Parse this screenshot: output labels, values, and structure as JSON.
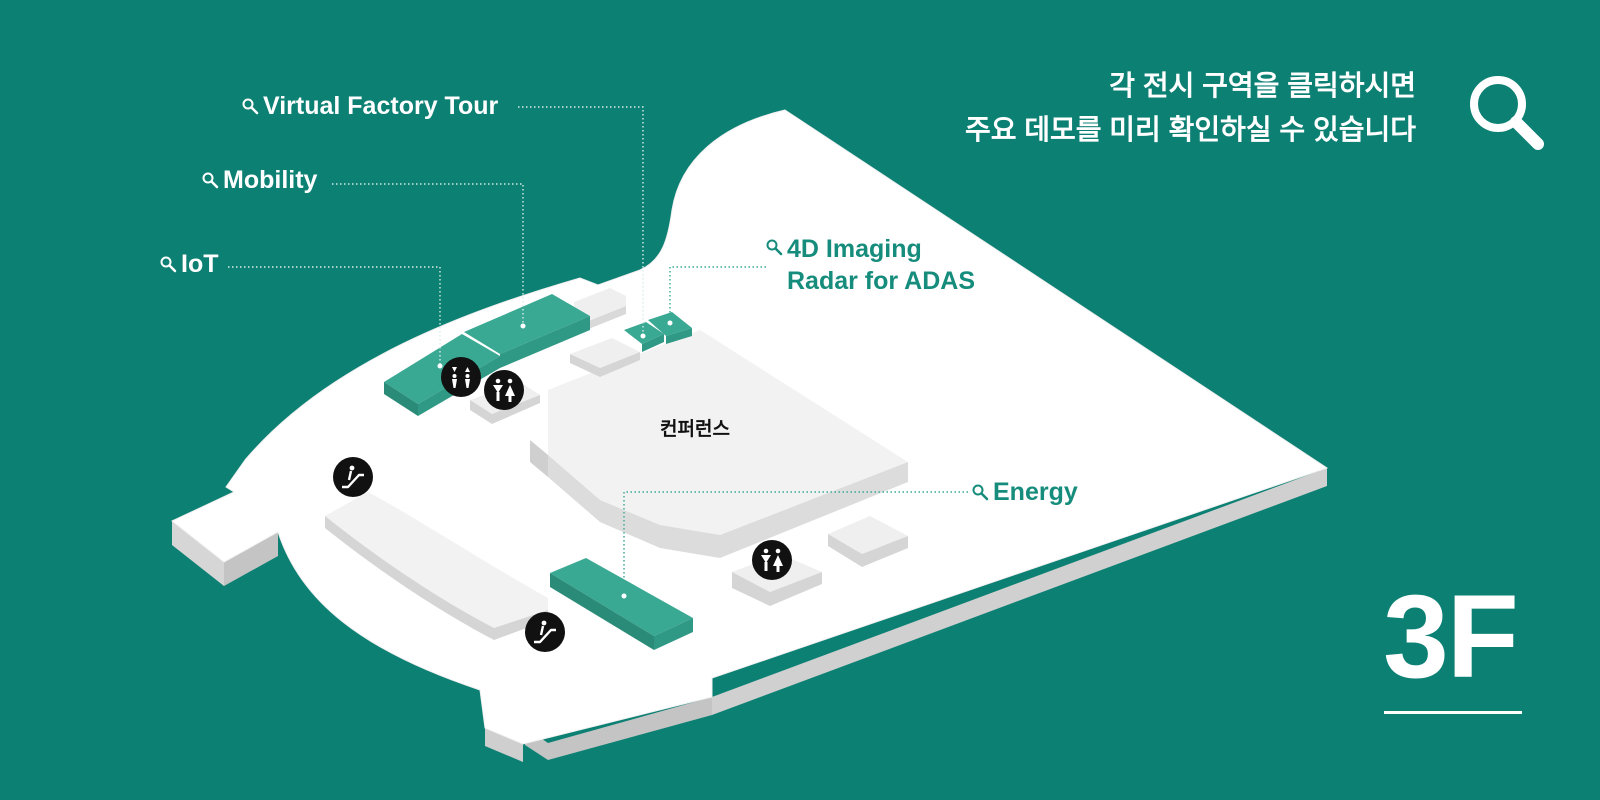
{
  "instruction": {
    "line1": "각 전시 구역을 클릭하시면",
    "line2": "주요 데모를 미리 확인하실 수 있습니다"
  },
  "floor": {
    "label": "3F"
  },
  "rooms": {
    "conference": "컨퍼런스"
  },
  "zones": {
    "virtual_factory": {
      "label": "Virtual Factory Tour",
      "icon": "magnifier-icon"
    },
    "mobility": {
      "label": "Mobility",
      "icon": "magnifier-icon"
    },
    "iot": {
      "label": "IoT",
      "icon": "magnifier-icon"
    },
    "radar": {
      "label_line1": "4D Imaging",
      "label_line2": "Radar for ADAS",
      "icon": "magnifier-icon"
    },
    "energy": {
      "label": "Energy",
      "icon": "magnifier-icon"
    }
  },
  "facilities": [
    "elevator-icon",
    "restroom-icon",
    "escalator-icon",
    "escalator-icon",
    "restroom-icon"
  ],
  "colors": {
    "background": "#0d8074",
    "zone": "#3aa993",
    "floor": "#ffffff",
    "teal_label": "#168c7c"
  }
}
